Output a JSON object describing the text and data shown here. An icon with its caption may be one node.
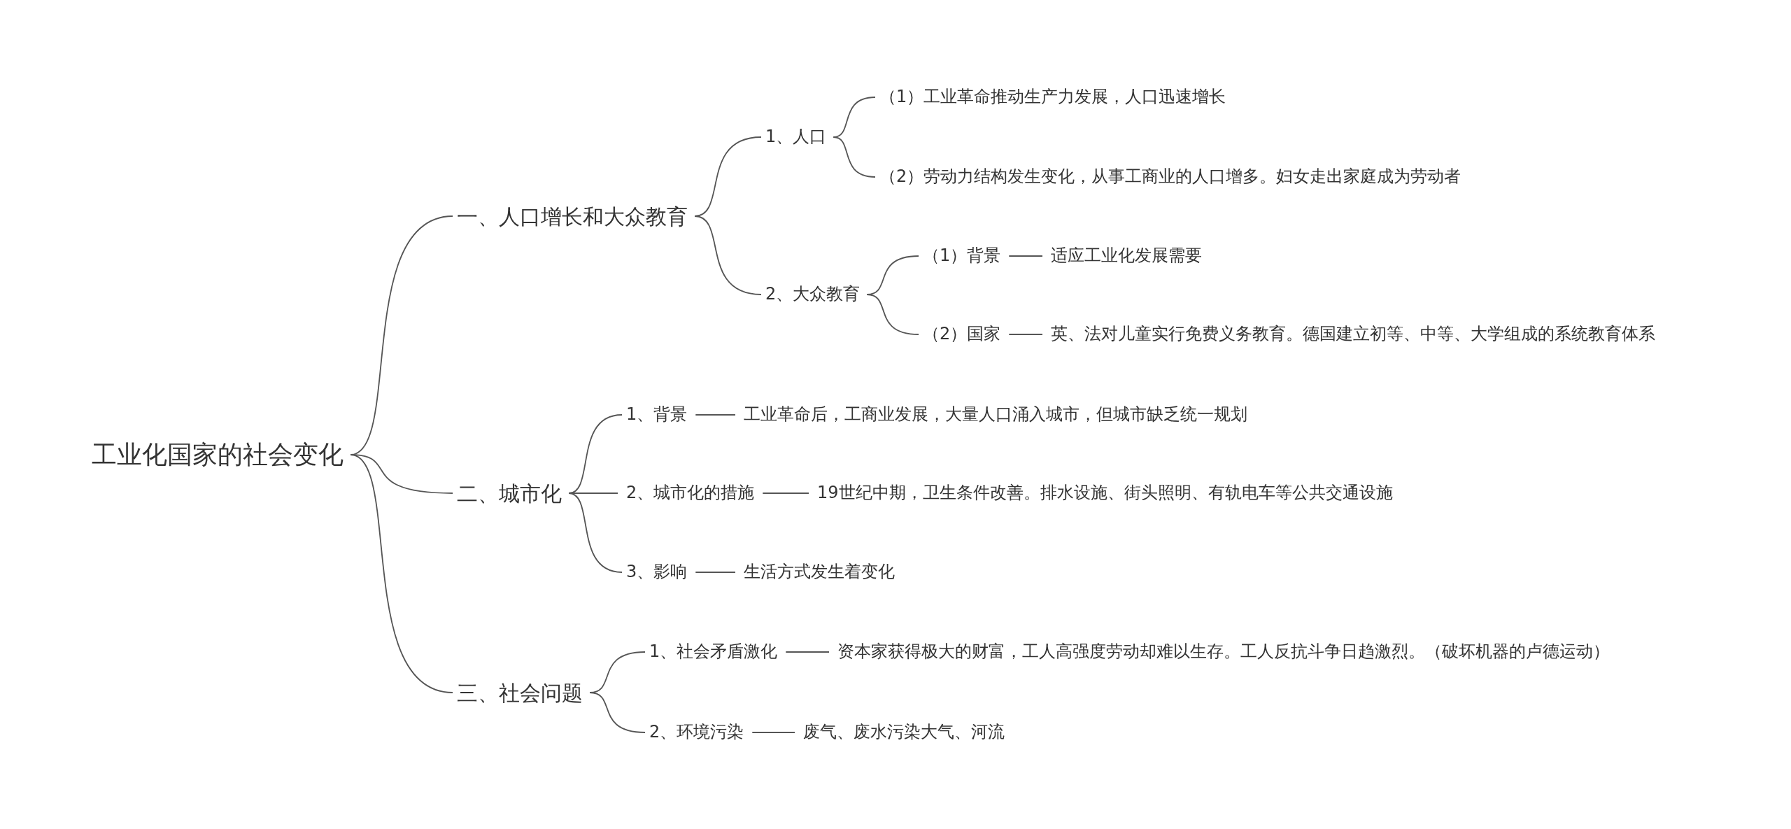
{
  "diagram": {
    "nodes": [
      {
        "text": [
          "工业化国家的社会变化"
        ]
      },
      {
        "text": [
          "一、人口增长和大众教育"
        ]
      },
      {
        "text": [
          "1、人口"
        ]
      },
      {
        "text": [
          "（1）工业革命推动生产力发展，人口迅速增长"
        ]
      },
      {
        "text": [
          "（2）劳动力结构发生变化，从事工商业的人口增多。妇女走出家庭成为劳动者"
        ]
      },
      {
        "text": [
          "2、大众教育"
        ]
      },
      {
        "text": [
          "（1）背景"
        ]
      },
      {
        "text": [
          "适应工业化发展需要"
        ]
      },
      {
        "text": [
          "（2）国家"
        ]
      },
      {
        "text": [
          "英、法对儿童实行免费义务教育。德国建立初等、中等、大学组成的系统教育体系"
        ]
      },
      {
        "text": [
          "二、城市化"
        ]
      },
      {
        "text": [
          "1、背景"
        ]
      },
      {
        "text": [
          "工业革命后，工商业发展，大量人口涌入城市，但城市缺乏统一规划"
        ]
      },
      {
        "text": [
          "2、城市化的措施"
        ]
      },
      {
        "text": [
          "19世纪中期，卫生条件改善。排水设施、街头照明、有轨电车等公共交通设施"
        ]
      },
      {
        "text": [
          "3、影响"
        ]
      },
      {
        "text": [
          "生活方式发生着变化"
        ]
      },
      {
        "text": [
          "三、社会问题"
        ]
      },
      {
        "text": [
          "1、社会矛盾激化"
        ]
      },
      {
        "text": [
          "资本家获得极大的财富，工人高强度劳动却难以生存。工人反抗斗争日趋激烈。（破坏机器的卢德运动）"
        ]
      },
      {
        "text": [
          "2、环境污染"
        ]
      },
      {
        "text": [
          "废气、废水污染大气、河流"
        ]
      }
    ],
    "edges": [
      {
        "from": 0,
        "to": 1,
        "arrow": "none"
      },
      {
        "from": 0,
        "to": 10,
        "arrow": "none"
      },
      {
        "from": 0,
        "to": 17,
        "arrow": "none"
      },
      {
        "from": 1,
        "to": 2,
        "arrow": "none"
      },
      {
        "from": 1,
        "to": 5,
        "arrow": "none"
      },
      {
        "from": 2,
        "to": 3,
        "arrow": "none"
      },
      {
        "from": 2,
        "to": 4,
        "arrow": "none"
      },
      {
        "from": 5,
        "to": 6,
        "arrow": "none"
      },
      {
        "from": 5,
        "to": 8,
        "arrow": "none"
      },
      {
        "from": 6,
        "to": 7,
        "arrow": "none"
      },
      {
        "from": 8,
        "to": 9,
        "arrow": "none"
      },
      {
        "from": 10,
        "to": 11,
        "arrow": "none"
      },
      {
        "from": 10,
        "to": 13,
        "arrow": "none"
      },
      {
        "from": 10,
        "to": 15,
        "arrow": "none"
      },
      {
        "from": 11,
        "to": 12,
        "arrow": "none"
      },
      {
        "from": 13,
        "to": 14,
        "arrow": "none"
      },
      {
        "from": 15,
        "to": 16,
        "arrow": "none"
      },
      {
        "from": 17,
        "to": 18,
        "arrow": "none"
      },
      {
        "from": 17,
        "to": 20,
        "arrow": "none"
      },
      {
        "from": 18,
        "to": 19,
        "arrow": "none"
      },
      {
        "from": 20,
        "to": 21,
        "arrow": "none"
      }
    ]
  }
}
